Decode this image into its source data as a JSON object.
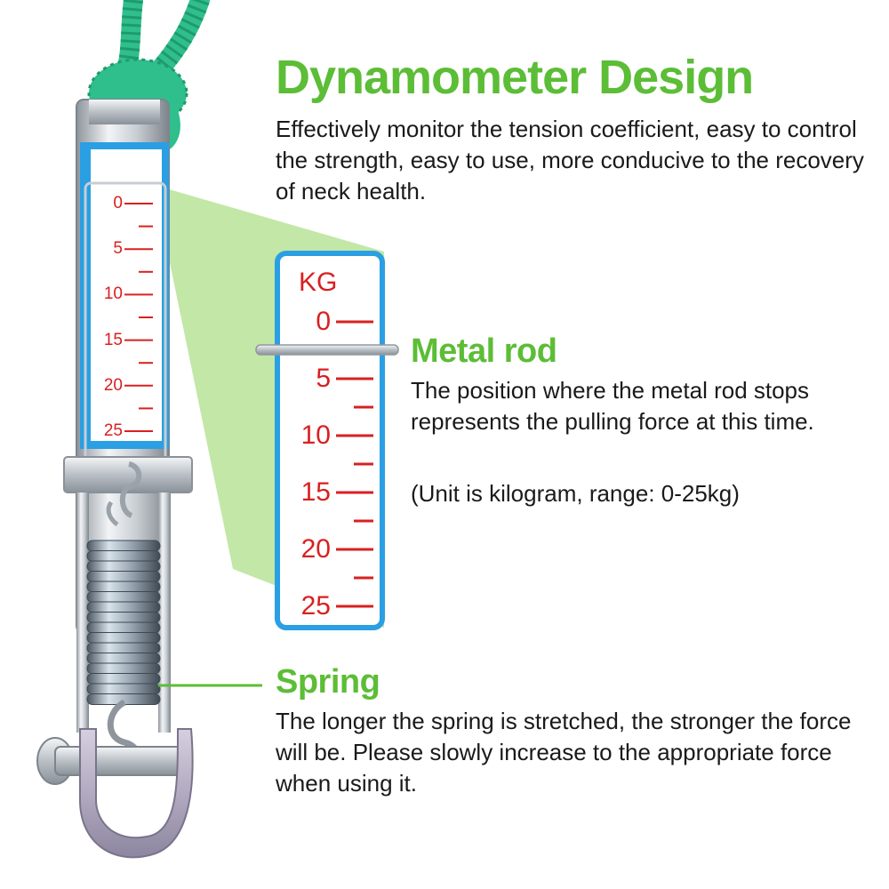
{
  "colors": {
    "accent_green": "#5cbd36",
    "scale_blue": "#2a9fe3",
    "scale_red": "#d92020",
    "rope_teal": "#2fbf8c",
    "text": "#1a1a1a"
  },
  "title": "Dynamometer Design",
  "description": "Effectively monitor the tension coefficient, easy to control the strength, easy to use, more conducive to the recovery of neck health.",
  "metal_rod": {
    "heading": "Metal rod",
    "description": "The position where the metal rod stops represents the pulling force at this time.",
    "unit_note": "(Unit is kilogram, range: 0-25kg)"
  },
  "spring": {
    "heading": "Spring",
    "description": "The longer the spring is stretched, the stronger the force will be. Please slowly increase to the appropriate force when using it."
  },
  "zoomed_scale": {
    "unit": "KG",
    "labels": [
      "0",
      "5",
      "10",
      "15",
      "20",
      "25"
    ]
  },
  "device_scale": {
    "labels": [
      "0",
      "5",
      "10",
      "15",
      "20",
      "25"
    ]
  },
  "icons": [
    "rope",
    "dynamometer",
    "spring-coil",
    "metal-rod",
    "hook-clamp"
  ]
}
